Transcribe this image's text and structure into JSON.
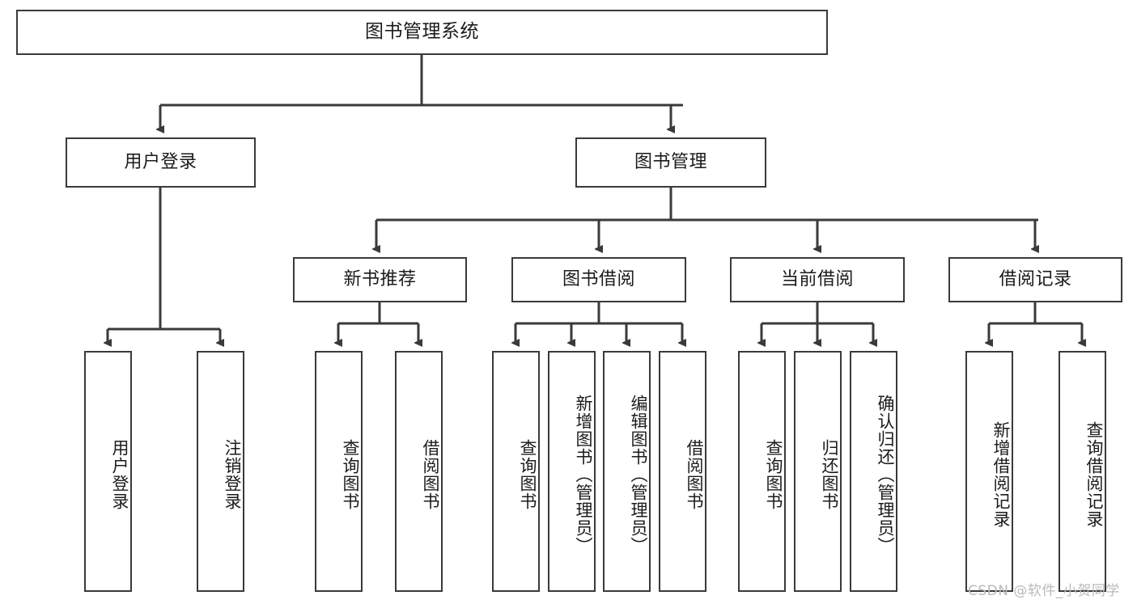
{
  "diagram": {
    "type": "tree-hierarchy",
    "orientation": "top-down",
    "root": {
      "id": "root",
      "label": "图书管理系统"
    },
    "level2": [
      {
        "id": "user-login",
        "label": "用户登录"
      },
      {
        "id": "book-management",
        "label": "图书管理"
      }
    ],
    "level3": [
      {
        "id": "new-book-recommend",
        "label": "新书推荐",
        "parent": "book-management"
      },
      {
        "id": "book-borrow",
        "label": "图书借阅",
        "parent": "book-management"
      },
      {
        "id": "current-borrow",
        "label": "当前借阅",
        "parent": "book-management"
      },
      {
        "id": "borrow-record",
        "label": "借阅记录",
        "parent": "book-management"
      }
    ],
    "leaves": [
      {
        "id": "leaf-user-login",
        "label": "用户登录",
        "parent": "user-login"
      },
      {
        "id": "leaf-logout",
        "label": "注销登录",
        "parent": "user-login"
      },
      {
        "id": "leaf-query-book-1",
        "label": "查询图书",
        "parent": "new-book-recommend"
      },
      {
        "id": "leaf-borrow-book-1",
        "label": "借阅图书",
        "parent": "new-book-recommend"
      },
      {
        "id": "leaf-query-book-2",
        "label": "查询图书",
        "parent": "book-borrow"
      },
      {
        "id": "leaf-add-book",
        "label": "新增图书（管理员）",
        "parent": "book-borrow"
      },
      {
        "id": "leaf-edit-book",
        "label": "编辑图书（管理员）",
        "parent": "book-borrow"
      },
      {
        "id": "leaf-borrow-book-2",
        "label": "借阅图书",
        "parent": "book-borrow"
      },
      {
        "id": "leaf-query-book-3",
        "label": "查询图书",
        "parent": "current-borrow"
      },
      {
        "id": "leaf-return-book",
        "label": "归还图书",
        "parent": "current-borrow"
      },
      {
        "id": "leaf-confirm-return",
        "label": "确认归还（管理员）",
        "parent": "current-borrow"
      },
      {
        "id": "leaf-add-record",
        "label": "新增借阅记录",
        "parent": "borrow-record"
      },
      {
        "id": "leaf-query-record",
        "label": "查询借阅记录",
        "parent": "borrow-record"
      }
    ],
    "colors": {
      "border": "#3a3a3a",
      "background": "#ffffff",
      "text": "#1b1b1b",
      "watermark": "#b9b9b9"
    }
  },
  "watermark": {
    "text": "CSDN @软件_小贺同学"
  }
}
